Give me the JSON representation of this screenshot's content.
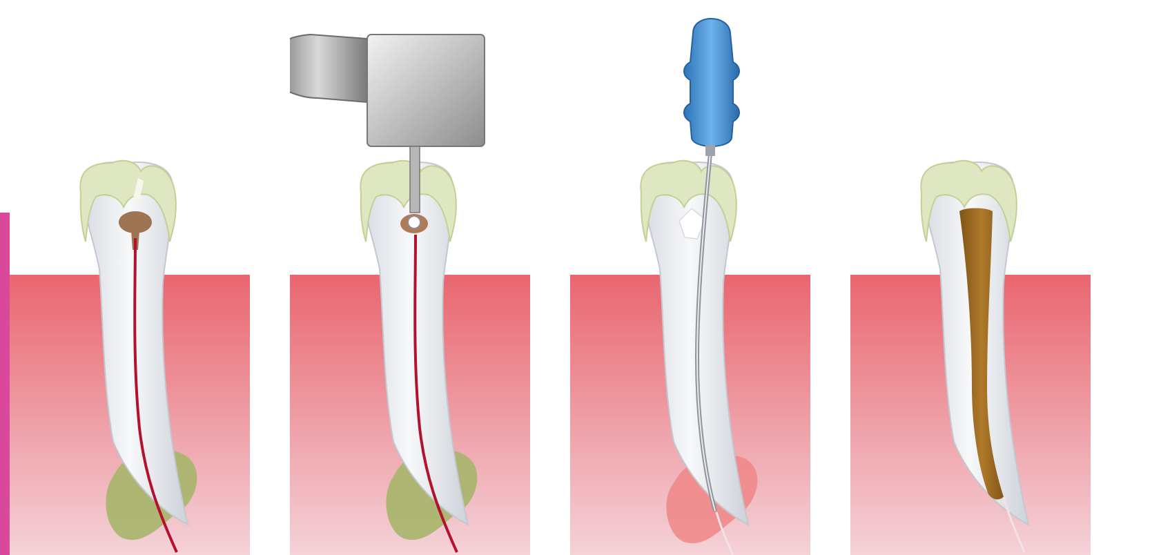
{
  "image": {
    "description_items": [
      "pulpitis-stage-tooth",
      "access-opening-handpiece-stage-tooth",
      "canal-file-instrumentation-stage-tooth",
      "obturated-canal-stage-tooth"
    ]
  },
  "colors": {
    "accent_bar": "#d9489a",
    "gum_top": "#e9666f",
    "gum_bottom": "#f4d2d8",
    "tooth_white": "#eef0f3",
    "tooth_shadow": "#cfd3da",
    "enamel": "#dfe6c2",
    "enamel_dark": "#c4cf94",
    "pulp_brown": "#9f7452",
    "nerve_red": "#b2122e",
    "infection_green": "#a6b56a",
    "infection_red": "#f08686",
    "handpiece_gray": "#9a9a9a",
    "file_handle_blue": "#3f8ed4",
    "filling_brown": "#9a6a22"
  },
  "icons": {
    "handpiece": "dental-drill-icon",
    "file": "endodontic-file-icon"
  }
}
